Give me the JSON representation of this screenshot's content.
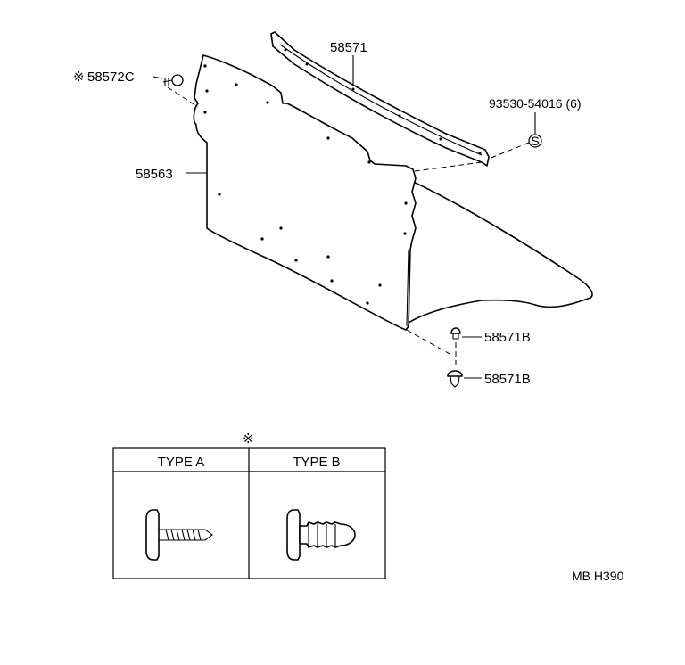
{
  "labels": {
    "clip_58572c": "58572C",
    "clip_58572c_marker": "※",
    "retainer_58571": "58571",
    "screw_93530": "93530-54016 (6)",
    "screw_symbol": "S",
    "panel_58563": "58563",
    "clip_58571b_upper": "58571B",
    "clip_58571b_lower": "58571B"
  },
  "type_table": {
    "marker": "※",
    "type_a": "TYPE A",
    "type_b": "TYPE B"
  },
  "figure_code": "MB H390"
}
